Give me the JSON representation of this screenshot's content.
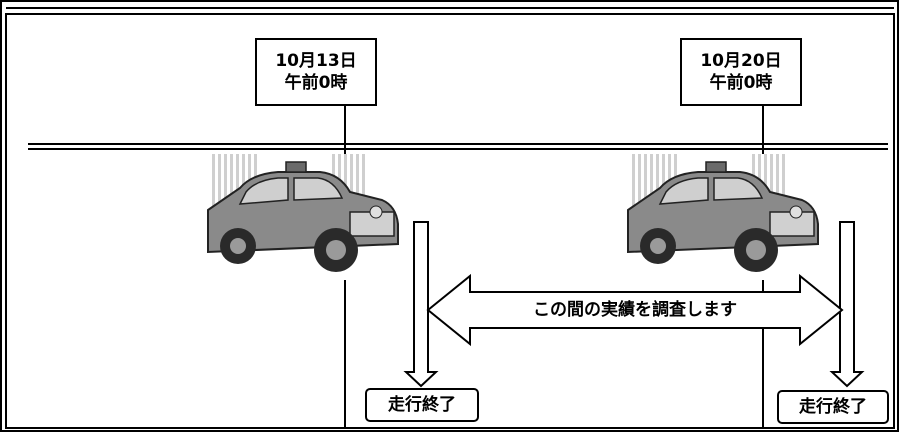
{
  "markers": [
    {
      "date": "10月13日",
      "time": "午前0時"
    },
    {
      "date": "10月20日",
      "time": "午前0時"
    }
  ],
  "ends": [
    {
      "label": "走行終了"
    },
    {
      "label": "走行終了"
    }
  ],
  "period_label": "この間の実績を調査します",
  "colors": {
    "line": "#000000",
    "car_body": "#8a8a8a",
    "car_dark": "#3a3a3a",
    "background": "#ffffff"
  }
}
